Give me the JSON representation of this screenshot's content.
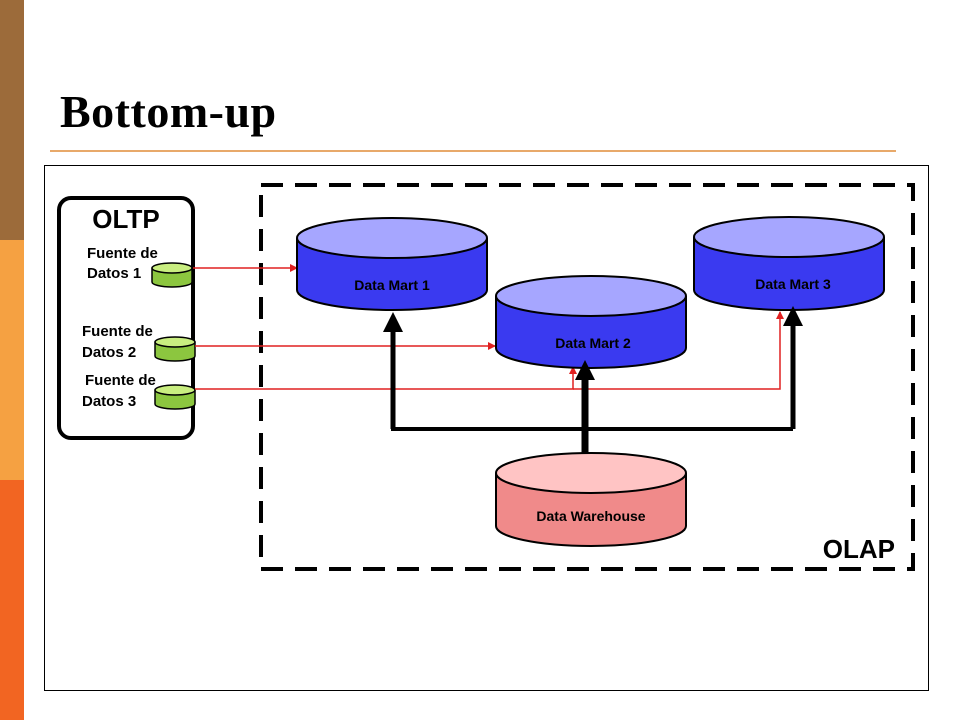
{
  "slide": {
    "title": "Bottom-up"
  },
  "theme": {
    "accent_brown": "#9C6B3A",
    "accent_orange": "#F5A142",
    "accent_red_orange": "#F26522",
    "rule_color": "#E8A96A",
    "data_mart_fill": "#3A3AF0",
    "data_mart_top": "#A6A6FF",
    "warehouse_fill": "#F08A8A",
    "warehouse_top": "#FFC4C4",
    "source_fill": "#8CC63F",
    "source_top": "#C9EE80",
    "flow_line": "#E02020",
    "load_arrow": "#000000"
  },
  "oltp": {
    "label": "OLTP",
    "sources": [
      {
        "line1": "Fuente de",
        "line2": "Datos 1",
        "icon": "database-icon"
      },
      {
        "line1": "Fuente de",
        "line2": "Datos 2",
        "icon": "database-icon"
      },
      {
        "line1": "Fuente de",
        "line2": "Datos 3",
        "icon": "database-icon"
      }
    ]
  },
  "olap": {
    "label": "OLAP",
    "data_marts": [
      {
        "label": "Data Mart 1"
      },
      {
        "label": "Data Mart 2"
      },
      {
        "label": "Data Mart 3"
      }
    ],
    "warehouse": {
      "label": "Data Warehouse"
    }
  }
}
